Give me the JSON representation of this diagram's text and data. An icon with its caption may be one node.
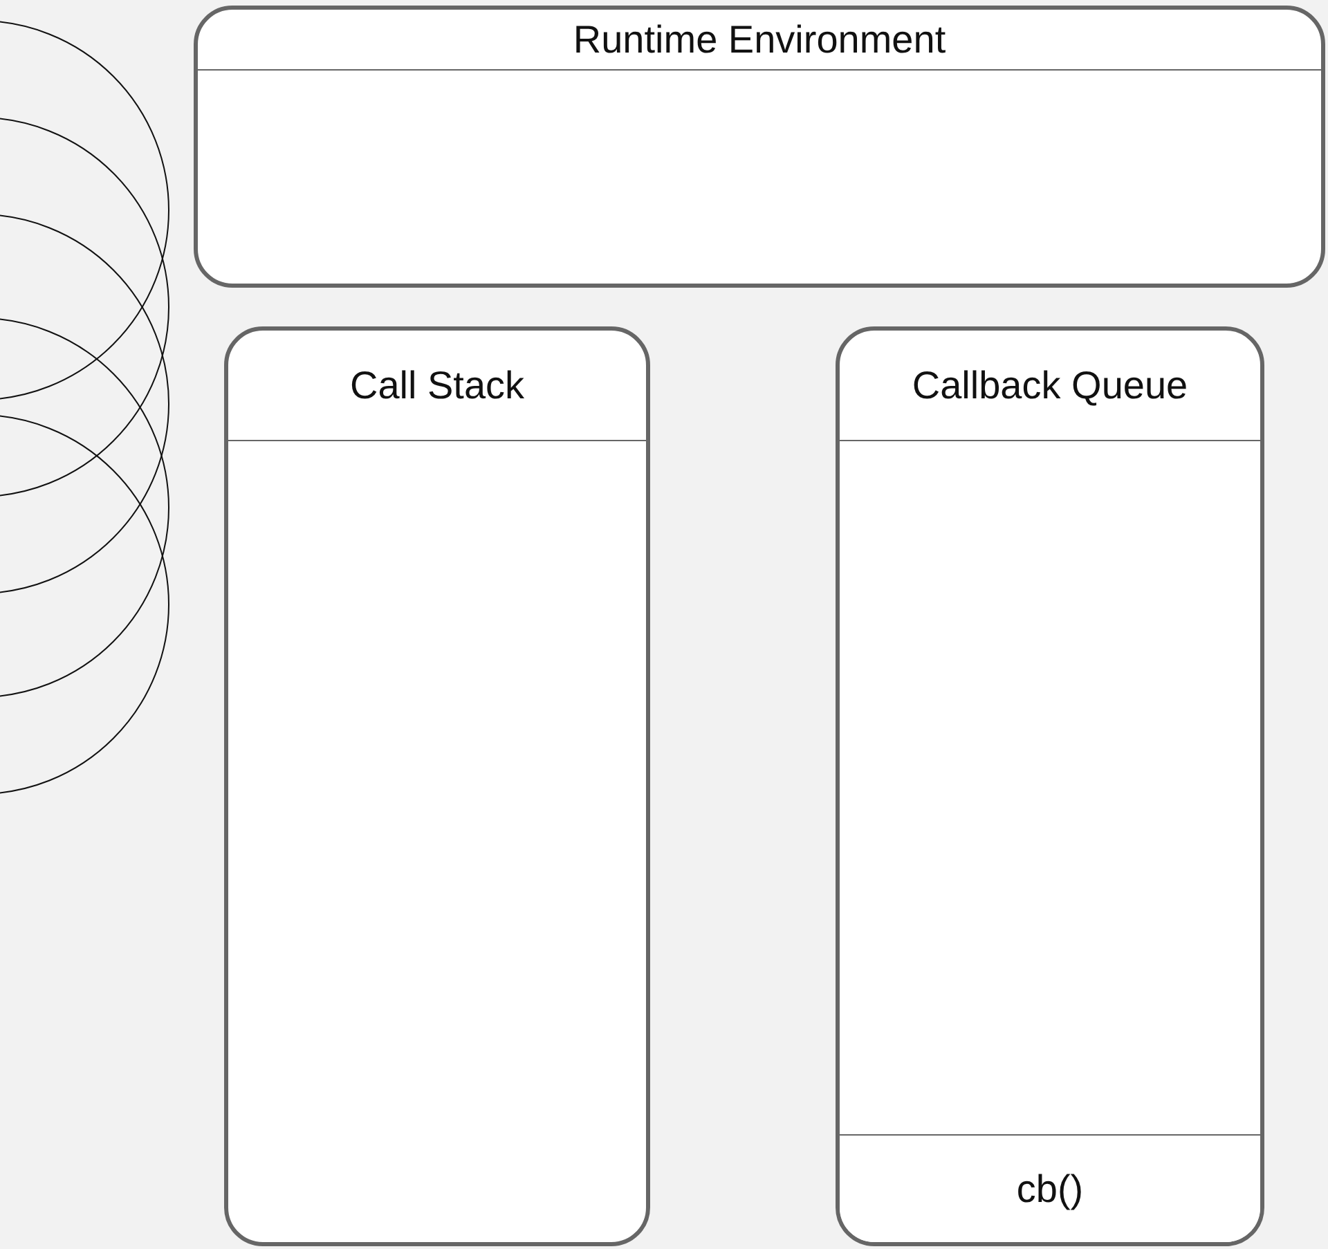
{
  "diagram": {
    "nodes": [
      {
        "text": [
          "Runtime Environment"
        ]
      },
      {
        "text": [
          "Call Stack"
        ]
      },
      {
        "text": [
          "Callback Queue"
        ]
      },
      {
        "text": [
          "cb()"
        ],
        "in": 2
      }
    ]
  }
}
